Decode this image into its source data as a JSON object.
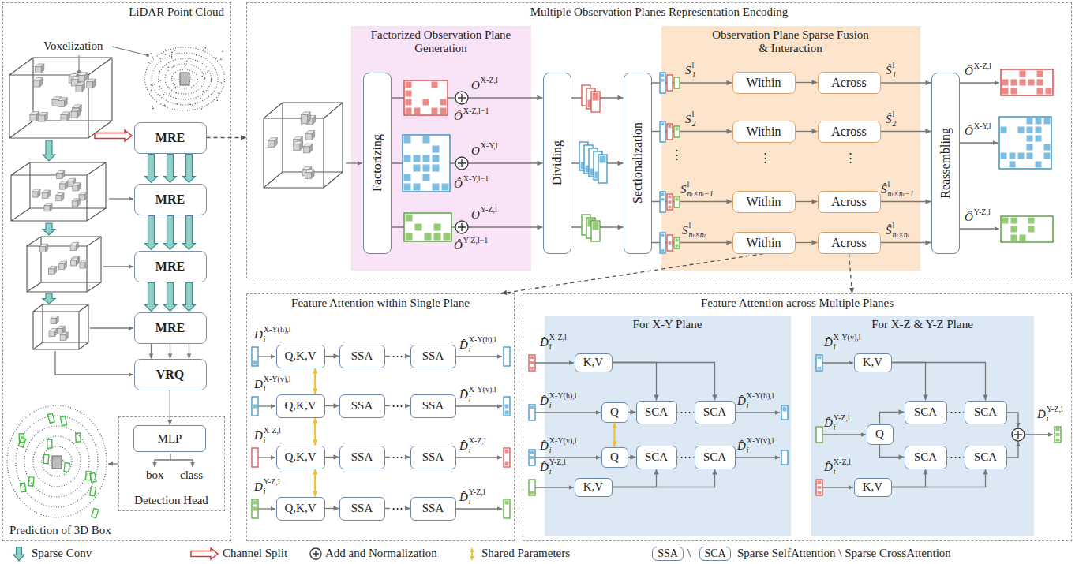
{
  "diagram": {
    "nodes": [
      {
        "text": [
          "LiDAR Point Cloud"
        ]
      },
      {
        "text": [
          "MRE"
        ],
        "in": 0
      },
      {
        "text": [
          "MRE"
        ],
        "in": 0
      },
      {
        "text": [
          "MRE"
        ],
        "in": 0
      },
      {
        "text": [
          "MRE"
        ],
        "in": 0
      },
      {
        "text": [
          "VRQ"
        ],
        "in": 0
      },
      {
        "text": [
          "Detection Head"
        ],
        "in": 0
      },
      {
        "text": [
          "MLP"
        ],
        "in": 6
      },
      {
        "text": [
          "Multiple Observation Planes Representation Encoding"
        ]
      },
      {
        "text": [
          "Factorized Observation Plane Generation"
        ],
        "in": 8
      },
      {
        "text": [
          "Factorizing"
        ],
        "in": 9
      },
      {
        "text": [
          "Dividing"
        ],
        "in": 8
      },
      {
        "text": [
          "Sectionalization"
        ],
        "in": 8
      },
      {
        "text": [
          "Observation Plane Sparse Fusion & Interaction"
        ],
        "in": 8
      },
      {
        "text": [
          "Within"
        ],
        "in": 13
      },
      {
        "text": [
          "Across"
        ],
        "in": 13
      },
      {
        "text": [
          "Within"
        ],
        "in": 13
      },
      {
        "text": [
          "Across"
        ],
        "in": 13
      },
      {
        "text": [
          "Within"
        ],
        "in": 13
      },
      {
        "text": [
          "Across"
        ],
        "in": 13
      },
      {
        "text": [
          "Within"
        ],
        "in": 13
      },
      {
        "text": [
          "Across"
        ],
        "in": 13
      },
      {
        "text": [
          "Reassembling"
        ],
        "in": 8
      },
      {
        "text": [
          "Feature Attention within Single Plane"
        ]
      },
      {
        "text": [
          "Q,K,V"
        ],
        "in": 23
      },
      {
        "text": [
          "SSA"
        ],
        "in": 23
      },
      {
        "text": [
          "SSA"
        ],
        "in": 23
      },
      {
        "text": [
          "Q,K,V"
        ],
        "in": 23
      },
      {
        "text": [
          "SSA"
        ],
        "in": 23
      },
      {
        "text": [
          "SSA"
        ],
        "in": 23
      },
      {
        "text": [
          "Q,K,V"
        ],
        "in": 23
      },
      {
        "text": [
          "SSA"
        ],
        "in": 23
      },
      {
        "text": [
          "SSA"
        ],
        "in": 23
      },
      {
        "text": [
          "Q,K,V"
        ],
        "in": 23
      },
      {
        "text": [
          "SSA"
        ],
        "in": 23
      },
      {
        "text": [
          "SSA"
        ],
        "in": 23
      },
      {
        "text": [
          "Feature Attention across Multiple Planes"
        ]
      },
      {
        "text": [
          "For X-Y Plane"
        ],
        "in": 36
      },
      {
        "text": [
          "K,V"
        ],
        "in": 37
      },
      {
        "text": [
          "Q"
        ],
        "in": 37
      },
      {
        "text": [
          "SCA"
        ],
        "in": 37
      },
      {
        "text": [
          "SCA"
        ],
        "in": 37
      },
      {
        "text": [
          "Q"
        ],
        "in": 37
      },
      {
        "text": [
          "SCA"
        ],
        "in": 37
      },
      {
        "text": [
          "SCA"
        ],
        "in": 37
      },
      {
        "text": [
          "K,V"
        ],
        "in": 37
      },
      {
        "text": [
          "For X-Z & Y-Z Plane"
        ],
        "in": 36
      },
      {
        "text": [
          "K,V"
        ],
        "in": 46
      },
      {
        "text": [
          "Q"
        ],
        "in": 46
      },
      {
        "text": [
          "SCA"
        ],
        "in": 46
      },
      {
        "text": [
          "SCA"
        ],
        "in": 46
      },
      {
        "text": [
          "SCA"
        ],
        "in": 46
      },
      {
        "text": [
          "SCA"
        ],
        "in": 46
      },
      {
        "text": [
          "K,V"
        ],
        "in": 46
      },
      {
        "text": [
          "SSA"
        ]
      },
      {
        "text": [
          "SCA"
        ]
      }
    ],
    "edges": [
      {
        "from": 1,
        "to": 8,
        "arrow": "to"
      },
      {
        "from": 1,
        "to": 2,
        "arrow": "to"
      },
      {
        "from": 2,
        "to": 3,
        "arrow": "to"
      },
      {
        "from": 3,
        "to": 4,
        "arrow": "to"
      },
      {
        "from": 4,
        "to": 5,
        "arrow": "to"
      },
      {
        "from": 5,
        "to": 7,
        "arrow": "to"
      },
      {
        "from": 10,
        "to": 11,
        "arrow": "to"
      },
      {
        "from": 10,
        "to": 11,
        "arrow": "to"
      },
      {
        "from": 10,
        "to": 11,
        "arrow": "to"
      },
      {
        "from": 11,
        "to": 12,
        "arrow": "to"
      },
      {
        "from": 11,
        "to": 12,
        "arrow": "to"
      },
      {
        "from": 11,
        "to": 12,
        "arrow": "to"
      },
      {
        "from": 12,
        "to": 14,
        "arrow": "to"
      },
      {
        "from": 12,
        "to": 16,
        "arrow": "to"
      },
      {
        "from": 12,
        "to": 18,
        "arrow": "to"
      },
      {
        "from": 12,
        "to": 20,
        "arrow": "to"
      },
      {
        "from": 14,
        "to": 15,
        "arrow": "to"
      },
      {
        "from": 16,
        "to": 17,
        "arrow": "to"
      },
      {
        "from": 18,
        "to": 19,
        "arrow": "to"
      },
      {
        "from": 20,
        "to": 21,
        "arrow": "to"
      },
      {
        "from": 15,
        "to": 22,
        "arrow": "to"
      },
      {
        "from": 17,
        "to": 22,
        "arrow": "to"
      },
      {
        "from": 19,
        "to": 22,
        "arrow": "to"
      },
      {
        "from": 21,
        "to": 22,
        "arrow": "to"
      },
      {
        "from": 20,
        "to": 23,
        "arrow": "to"
      },
      {
        "from": 21,
        "to": 36,
        "arrow": "to"
      },
      {
        "from": 24,
        "to": 25,
        "arrow": "to"
      },
      {
        "from": 25,
        "to": 26,
        "arrow": "to",
        "label": "⋯"
      },
      {
        "from": 27,
        "to": 28,
        "arrow": "to"
      },
      {
        "from": 28,
        "to": 29,
        "arrow": "to",
        "label": "⋯"
      },
      {
        "from": 30,
        "to": 31,
        "arrow": "to"
      },
      {
        "from": 31,
        "to": 32,
        "arrow": "to",
        "label": "⋯"
      },
      {
        "from": 33,
        "to": 34,
        "arrow": "to"
      },
      {
        "from": 34,
        "to": 35,
        "arrow": "to",
        "label": "⋯"
      },
      {
        "from": 24,
        "to": 27,
        "arrow": "both"
      },
      {
        "from": 27,
        "to": 30,
        "arrow": "both"
      },
      {
        "from": 30,
        "to": 33,
        "arrow": "both"
      },
      {
        "from": 38,
        "to": 40,
        "arrow": "to"
      },
      {
        "from": 38,
        "to": 41,
        "arrow": "to"
      },
      {
        "from": 39,
        "to": 40,
        "arrow": "to"
      },
      {
        "from": 40,
        "to": 41,
        "arrow": "to",
        "label": "⋯"
      },
      {
        "from": 42,
        "to": 43,
        "arrow": "to"
      },
      {
        "from": 43,
        "to": 44,
        "arrow": "to",
        "label": "⋯"
      },
      {
        "from": 45,
        "to": 43,
        "arrow": "to"
      },
      {
        "from": 45,
        "to": 44,
        "arrow": "to"
      },
      {
        "from": 39,
        "to": 42,
        "arrow": "both"
      },
      {
        "from": 47,
        "to": 49,
        "arrow": "to"
      },
      {
        "from": 47,
        "to": 50,
        "arrow": "to"
      },
      {
        "from": 48,
        "to": 49,
        "arrow": "to"
      },
      {
        "from": 48,
        "to": 51,
        "arrow": "to"
      },
      {
        "from": 49,
        "to": 50,
        "arrow": "to",
        "label": "⋯"
      },
      {
        "from": 51,
        "to": 52,
        "arrow": "to",
        "label": "⋯"
      },
      {
        "from": 53,
        "to": 51,
        "arrow": "to"
      },
      {
        "from": 53,
        "to": 52,
        "arrow": "to"
      }
    ],
    "labels": [
      "Voxelization",
      "Prediction of 3D Box",
      "box",
      "class",
      "⋮",
      "⋮",
      "⋮",
      "\\",
      "O",
      "X-Z,l",
      "Ô",
      "X-Z,l−1",
      "O",
      "X-Y,l",
      "Ô",
      "X-Y,l−1",
      "O",
      "Y-Z,l",
      "Ô",
      "Y-Z,l−1",
      "S",
      "1",
      "l",
      "S",
      "2",
      "l",
      "S",
      "nₗ×nₗ−1",
      "l",
      "S",
      "nₗ×nₗ",
      "l",
      "Ŝ",
      "1",
      "l",
      "Ŝ",
      "2",
      "l",
      "Ŝ",
      "nₗ×nₗ−1",
      "l",
      "Ŝ",
      "nₗ×nₗ",
      "l",
      "Ô",
      "X-Z,l",
      "Ô",
      "X-Y,l",
      "Ô",
      "Y-Z,l",
      "D",
      "i",
      "X-Y(h),l",
      "D̂",
      "i",
      "X-Y(h),l",
      "D",
      "i",
      "X-Y(v),l",
      "D̂",
      "i",
      "X-Y(v),l",
      "D",
      "i",
      "X-Z,l",
      "D̂",
      "i",
      "X-Z,l",
      "D",
      "i",
      "Y-Z,l",
      "D̂",
      "i",
      "Y-Z,l",
      "D̂",
      "i",
      "X-Z,l",
      "D̂",
      "i",
      "X-Y(h),l",
      "D̂",
      "i",
      "X-Y(h),l",
      "D̂",
      "i",
      "X-Y(v),l",
      "D̂",
      "i",
      "X-Y(v),l",
      "D̂",
      "i",
      "Y-Z,l",
      "D̂",
      "i",
      "X-Y(v),l",
      "D̂",
      "i",
      "Y-Z,l",
      "D̂",
      "i",
      "X-Z,l",
      "D̂",
      "i",
      "Y-Z,l"
    ],
    "legend": [
      {
        "text": "Sparse Conv"
      },
      {
        "text": "Channel Split"
      },
      {
        "text": "Add and Normalization"
      },
      {
        "text": "Shared Parameters"
      },
      {
        "text": "Sparse SelfAttention \\ Sparse CrossAttention"
      }
    ]
  }
}
